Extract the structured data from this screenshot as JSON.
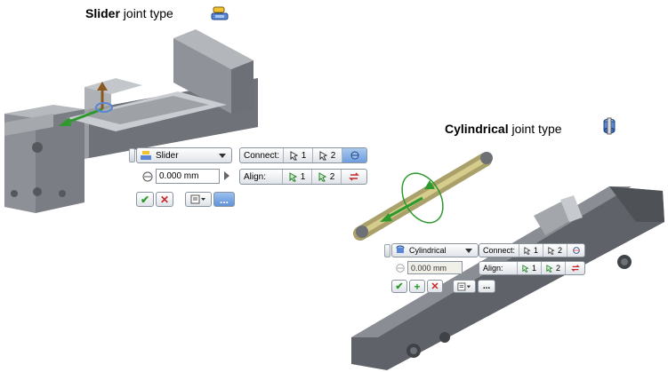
{
  "slider_section": {
    "title_bold": "Slider",
    "title_rest": " joint type",
    "toolbar": {
      "joint_type": "Slider",
      "connect_label": "Connect:",
      "connect_1": "1",
      "connect_2": "2",
      "offset_value": "0.000 mm",
      "align_label": "Align:",
      "align_1": "1",
      "align_2": "2",
      "more_label": "..."
    }
  },
  "cylindrical_section": {
    "title_bold": "Cylindrical",
    "title_rest": " joint type",
    "toolbar": {
      "joint_type": "Cylindrical",
      "connect_label": "Connect:",
      "connect_1": "1",
      "connect_2": "2",
      "offset_value": "0.000 mm",
      "align_label": "Align:",
      "align_1": "1",
      "align_2": "2",
      "more_label": "..."
    }
  },
  "colors": {
    "part_gray": "#8c9096",
    "highlight_blue": "#6e9ee0",
    "ok_green": "#2e9a2e",
    "cancel_red": "#c62828"
  },
  "icons": [
    "slider-joint-icon",
    "cylindrical-joint-icon",
    "connect-pick-icon",
    "flip-icon",
    "align-pick-icon",
    "offset-icon",
    "apply-icon",
    "cancel-icon",
    "add-icon",
    "options-icon"
  ]
}
